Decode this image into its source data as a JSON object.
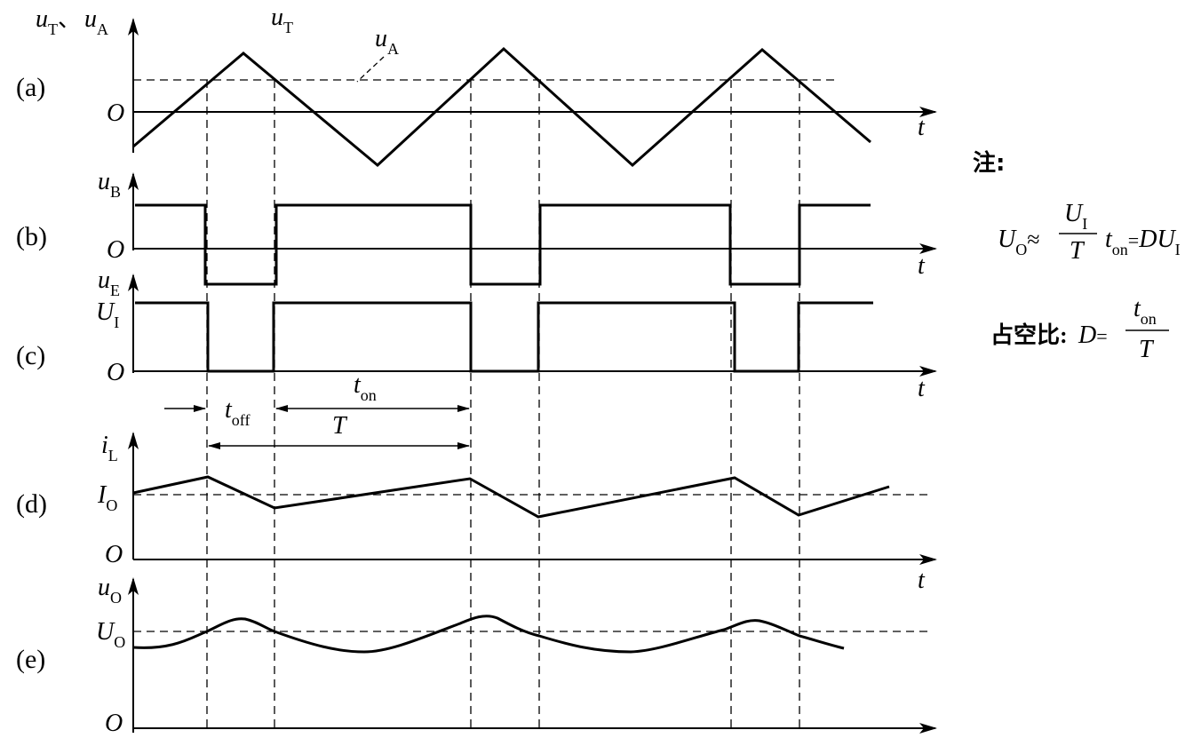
{
  "panels": {
    "a": {
      "tag": "(a)",
      "y_main": "u",
      "y_main_sub": "T",
      "y_sep": "、",
      "y_second": "u",
      "y_second_sub": "A",
      "origin": "O",
      "t": "t",
      "curve_T": "u",
      "curve_T_sub": "T",
      "curve_A": "u",
      "curve_A_sub": "A"
    },
    "b": {
      "tag": "(b)",
      "y": "u",
      "y_sub": "B",
      "origin": "O",
      "t": "t"
    },
    "c": {
      "tag": "(c)",
      "y": "u",
      "y_sub": "E",
      "level": "U",
      "level_sub": "I",
      "origin": "O",
      "t": "t"
    },
    "d": {
      "tag": "(d)",
      "y": "i",
      "y_sub": "L",
      "level": "I",
      "level_sub": "O",
      "origin": "O",
      "t": "t"
    },
    "e": {
      "tag": "(e)",
      "y": "u",
      "y_sub": "O",
      "level": "U",
      "level_sub": "O",
      "origin": "O"
    }
  },
  "timing": {
    "toff": "t",
    "toff_sub": "off",
    "ton": "t",
    "ton_sub": "on",
    "period": "T"
  },
  "note": {
    "title": "注:",
    "f1_lhs": "U",
    "f1_lhs_sub": "O",
    "f1_approx": "≈",
    "f1_num": "U",
    "f1_num_sub": "I",
    "f1_den": "T",
    "f1_t": "t",
    "f1_t_sub": "on",
    "f1_eq": "=",
    "f1_D": "D",
    "f1_U": "U",
    "f1_U_sub": "I",
    "f2_label": "占空比",
    "f2_colon": ":",
    "f2_D": "D",
    "f2_eq": "=",
    "f2_num": "t",
    "f2_num_sub": "on",
    "f2_den": "T"
  }
}
